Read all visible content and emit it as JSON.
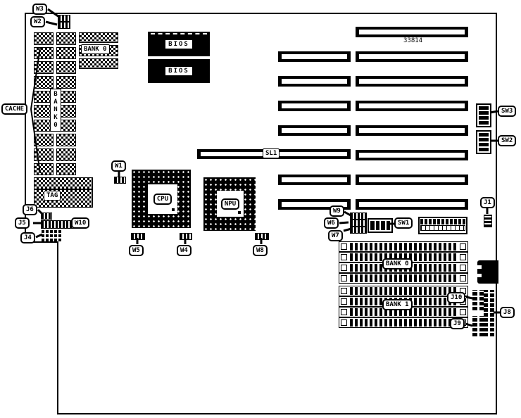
{
  "board": {
    "part_number": "33814"
  },
  "labels": {
    "cache": "CACHE",
    "tag": "TAG",
    "cpu": "CPU",
    "npu": "NPU",
    "bios": "BIOS",
    "sl1": "SL1",
    "bank0_chip_label": "BANK 0",
    "bank0_vertical": "BANK0",
    "bank0_simm": "BANK 0",
    "bank1_simm": "BANK 1",
    "w1": "W1",
    "w2": "W2",
    "w3": "W3",
    "w4": "W4",
    "w5": "W5",
    "w6": "W6",
    "w7": "W7",
    "w8": "W8",
    "w9": "W9",
    "w10": "W10",
    "j1": "J1",
    "j4": "J4",
    "j5": "J5",
    "j6": "J6",
    "j8": "J8",
    "j9": "J9",
    "j10": "J10",
    "sw1": "SW1",
    "sw2": "SW2",
    "sw3": "SW3"
  }
}
